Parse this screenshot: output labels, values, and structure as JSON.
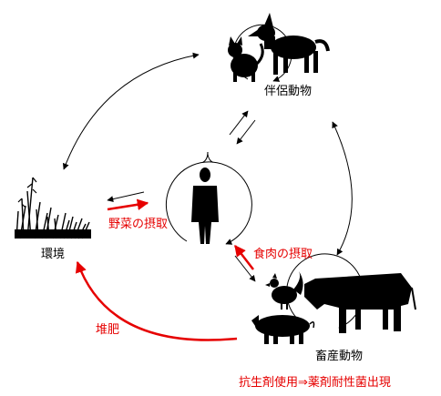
{
  "diagram": {
    "nodes": {
      "pet": {
        "label": "伴侶動物"
      },
      "human": {
        "label": "人"
      },
      "environment": {
        "label": "環境"
      },
      "livestock": {
        "label": "畜産動物"
      }
    },
    "edge_labels": {
      "vegetable_intake": "野菜の摂取",
      "meat_intake": "食肉の摂取",
      "compost": "堆肥"
    },
    "footnote": "抗生剤使用⇒薬剤耐性菌出現",
    "colors": {
      "arrow": "#000000",
      "emphasis": "#e60000",
      "silhouette": "#000000",
      "text": "#000000"
    },
    "icons": {
      "pet": [
        "cat-silhouette-icon",
        "dog-silhouette-icon"
      ],
      "human": "person-silhouette-icon",
      "environment": "grass-plants-icon",
      "livestock": [
        "rooster-silhouette-icon",
        "cow-silhouette-icon",
        "pig-silhouette-icon"
      ]
    }
  }
}
